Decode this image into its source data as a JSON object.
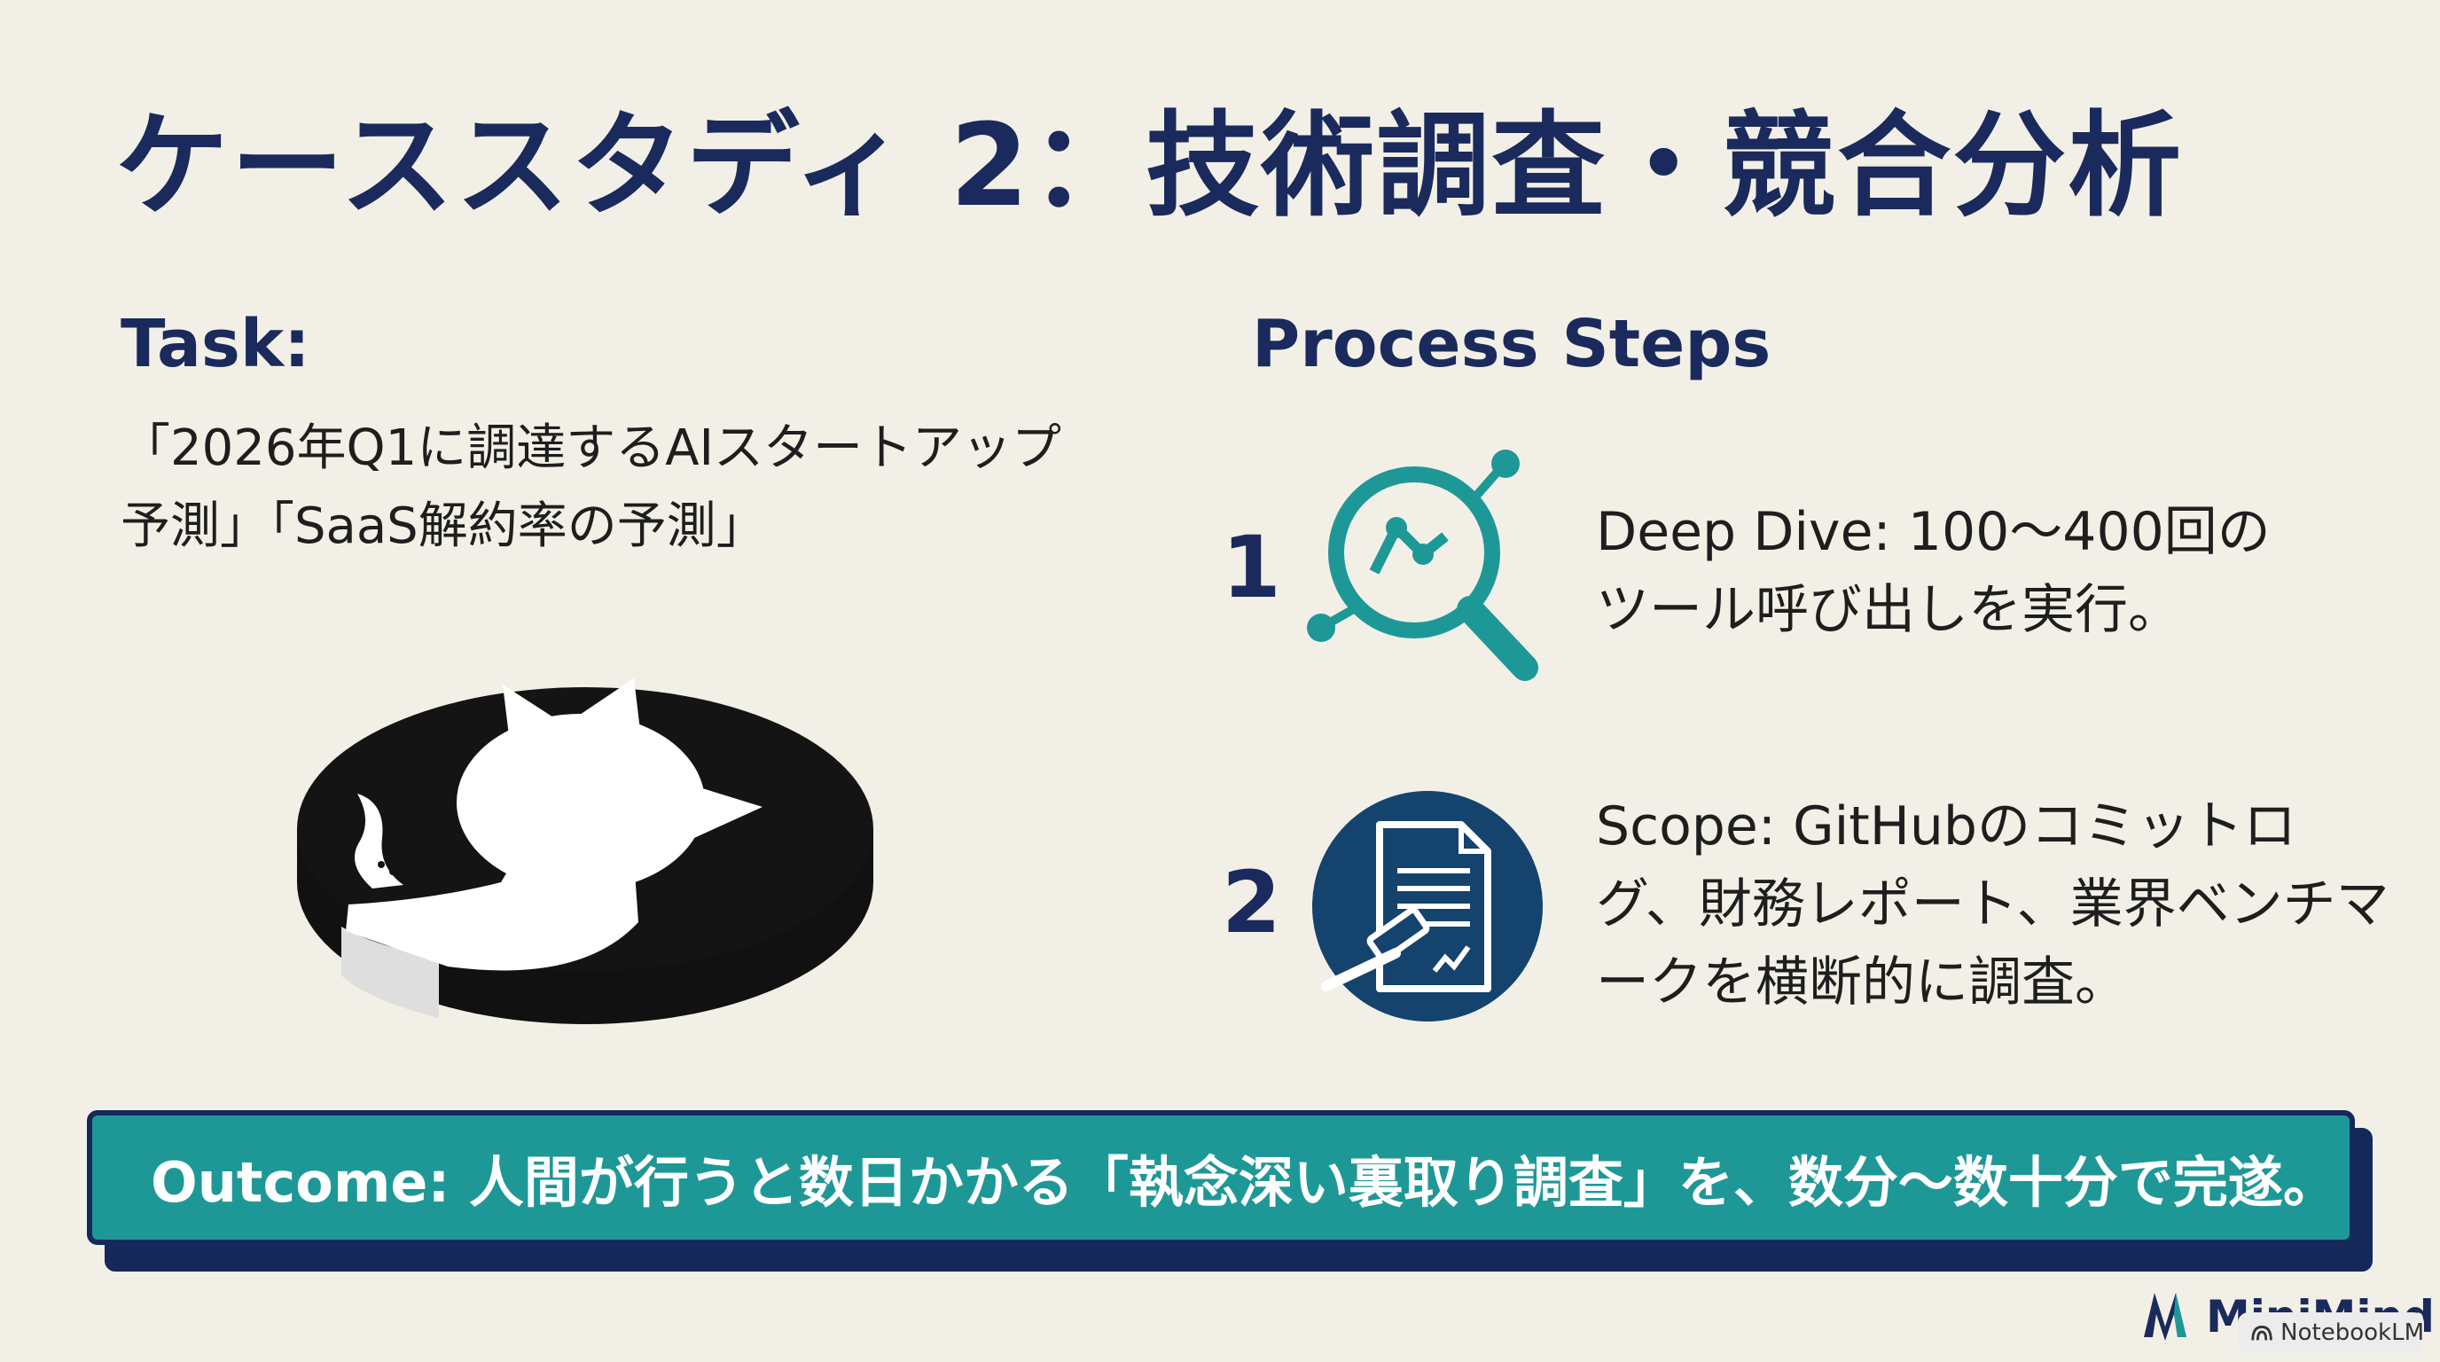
{
  "slide": {
    "title": "ケーススタディ 2：技術調査・競合分析"
  },
  "task": {
    "heading": "Task:",
    "text": "「2026年Q1に調達するAIスタートアップ予測」「SaaS解約率の予測」"
  },
  "process": {
    "heading": "Process Steps",
    "steps": [
      {
        "number": "1",
        "icon": "magnifier-chart-icon",
        "text": "Deep Dive: 100〜400回のツール呼び出しを実行。"
      },
      {
        "number": "2",
        "icon": "document-gavel-icon",
        "text": "Scope: GitHubのコミットログ、財務レポート、業界ベンチマークを横断的に調査。"
      }
    ]
  },
  "outcome": {
    "text": "Outcome: 人間が行うと数日かかる「執念深い裏取り調査」を、数分〜数十分で完遂。"
  },
  "brand": {
    "label": "MiniMind"
  },
  "badge": {
    "label": "NotebookLM"
  },
  "colors": {
    "background": "#f2f0e6",
    "navy": "#1b2a5c",
    "teal": "#1e9897"
  }
}
